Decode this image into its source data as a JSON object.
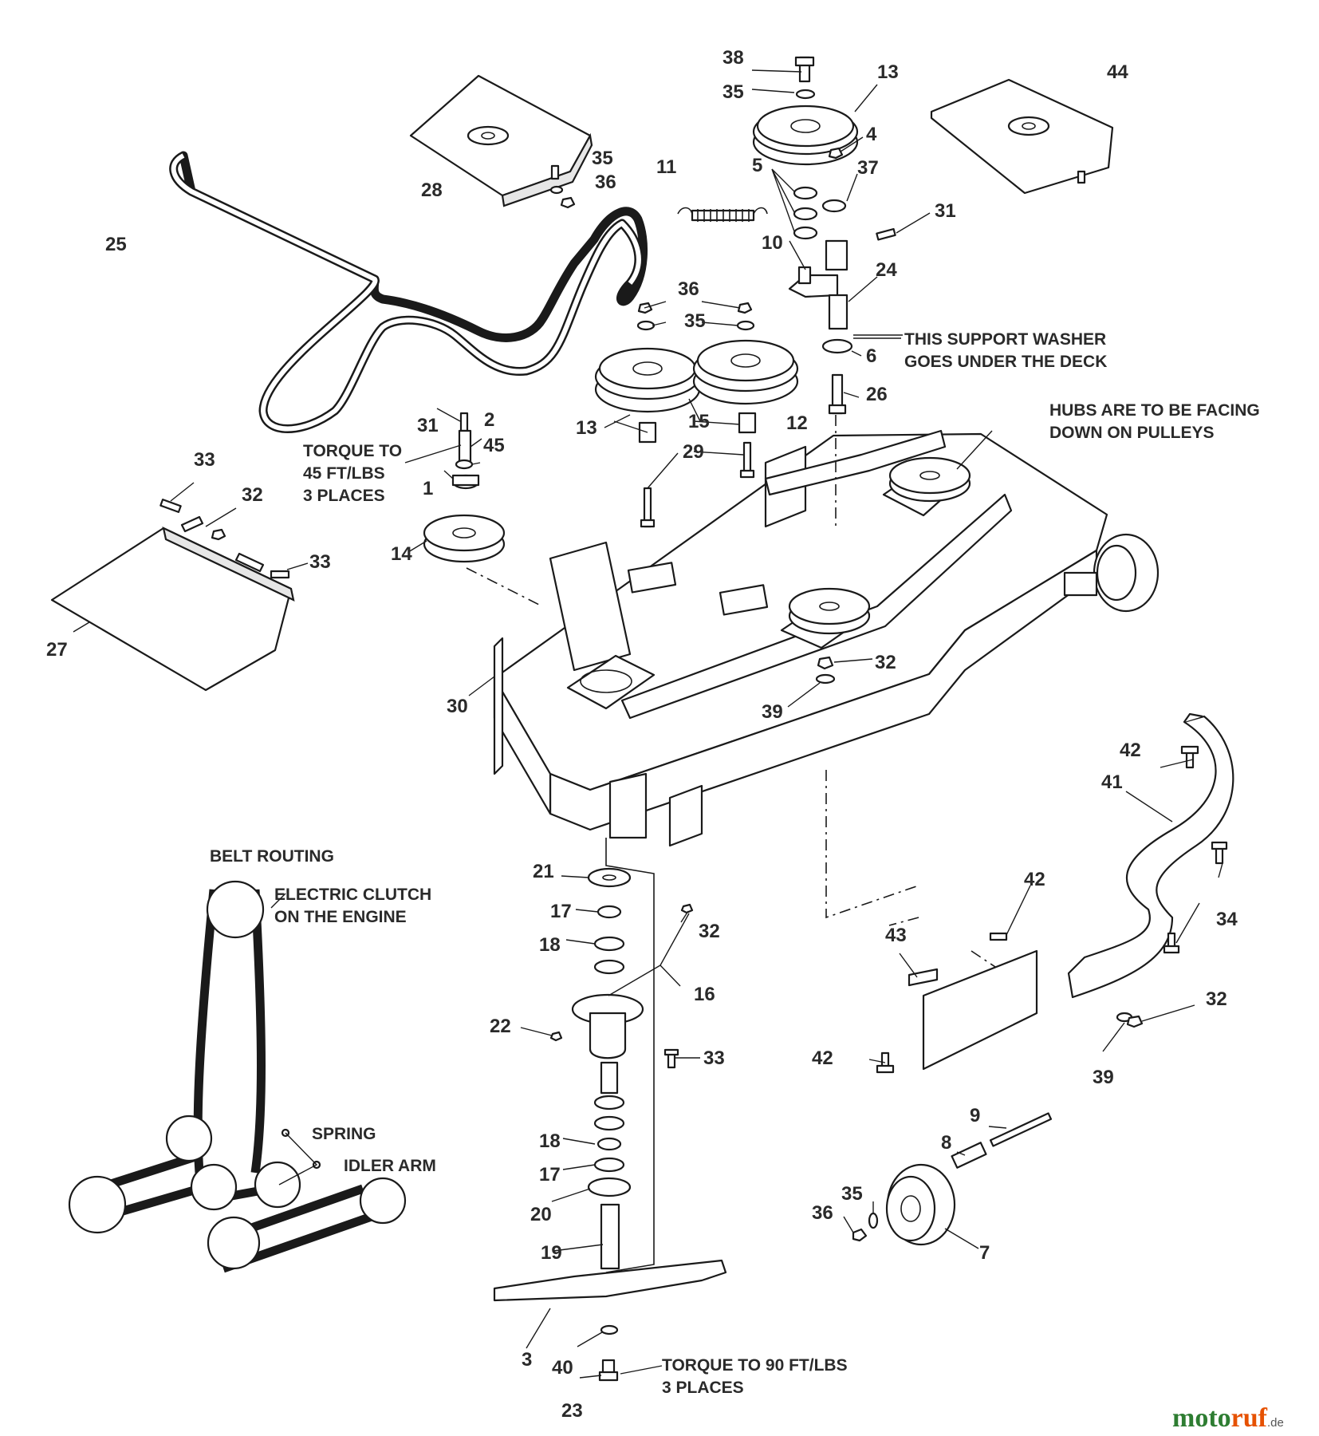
{
  "callouts": {
    "c1": "1",
    "c2": "2",
    "c3": "3",
    "c4": "4",
    "c5": "5",
    "c6": "6",
    "c7": "7",
    "c8": "8",
    "c9": "9",
    "c10": "10",
    "c11": "11",
    "c12": "12",
    "c13a": "13",
    "c13b": "13",
    "c14": "14",
    "c15": "15",
    "c16": "16",
    "c17a": "17",
    "c17b": "17",
    "c18a": "18",
    "c18b": "18",
    "c19": "19",
    "c20": "20",
    "c21": "21",
    "c22": "22",
    "c23": "23",
    "c24": "24",
    "c25": "25",
    "c26": "26",
    "c27": "27",
    "c28": "28",
    "c29": "29",
    "c30": "30",
    "c31a": "31",
    "c31b": "31",
    "c32a": "32",
    "c32b": "32",
    "c32c": "32",
    "c32d": "32",
    "c33a": "33",
    "c33b": "33",
    "c33c": "33",
    "c34": "34",
    "c35a": "35",
    "c35b": "35",
    "c35c": "35",
    "c35d": "35",
    "c36a": "36",
    "c36b": "36",
    "c36c": "36",
    "c37": "37",
    "c38": "38",
    "c39a": "39",
    "c39b": "39",
    "c40": "40",
    "c41": "41",
    "c42a": "42",
    "c42b": "42",
    "c42c": "42",
    "c43": "43",
    "c44": "44",
    "c45": "45"
  },
  "notes": {
    "support_washer_1": "THIS SUPPORT WASHER",
    "support_washer_2": "GOES UNDER THE DECK",
    "hubs_1": "HUBS ARE TO BE FACING",
    "hubs_2": "DOWN ON PULLEYS",
    "torque45_1": "TORQUE TO",
    "torque45_2": "45 FT/LBS",
    "torque45_3": "3 PLACES",
    "torque90_1": "TORQUE TO 90 FT/LBS",
    "torque90_2": "3 PLACES",
    "belt_routing": "BELT ROUTING",
    "clutch_1": "ELECTRIC CLUTCH",
    "clutch_2": "ON THE ENGINE",
    "spring": "SPRING",
    "idler_arm": "IDLER ARM"
  },
  "watermark": {
    "part_a": "moto",
    "part_b": "ruf",
    "suffix": ".de"
  }
}
